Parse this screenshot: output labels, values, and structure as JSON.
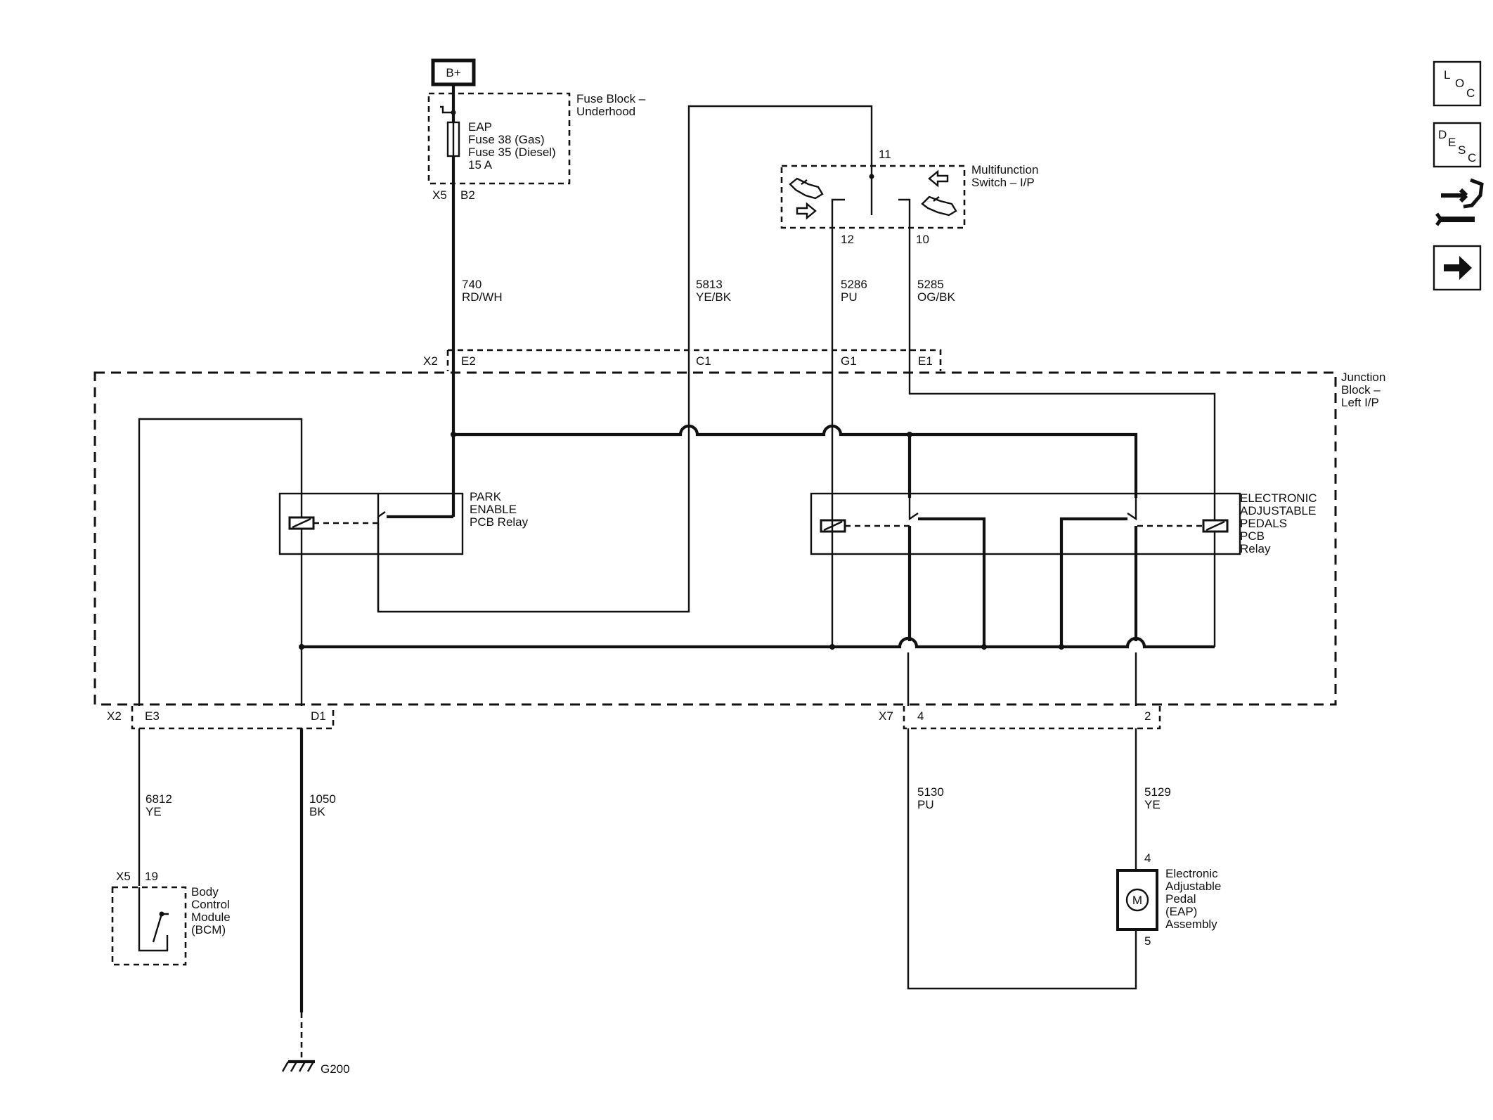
{
  "power_source": {
    "label": "B+"
  },
  "fuse_block": {
    "title_line1": "Fuse Block –",
    "title_line2": "Underhood",
    "connector": "X5",
    "pin": "B2"
  },
  "fuse": {
    "line1": "EAP",
    "line2": "Fuse 38 (Gas)",
    "line3": "Fuse 35 (Diesel)",
    "line4": "15 A"
  },
  "multifunction_switch": {
    "title_line1": "Multifunction",
    "title_line2": "Switch – I/P",
    "pin_top": "11",
    "pin_left": "12",
    "pin_right": "10"
  },
  "wires": {
    "w740": {
      "circuit": "740",
      "color": "RD/WH"
    },
    "w5813": {
      "circuit": "5813",
      "color": "YE/BK"
    },
    "w5286": {
      "circuit": "5286",
      "color": "PU"
    },
    "w5285": {
      "circuit": "5285",
      "color": "OG/BK"
    },
    "w6812": {
      "circuit": "6812",
      "color": "YE"
    },
    "w1050": {
      "circuit": "1050",
      "color": "BK"
    },
    "w5130": {
      "circuit": "5130",
      "color": "PU"
    },
    "w5129": {
      "circuit": "5129",
      "color": "YE"
    }
  },
  "junction_block": {
    "title_line1": "Junction",
    "title_line2": "Block –",
    "title_line3": "Left I/P",
    "top_connector": "X2",
    "top_pins": {
      "e2": "E2",
      "c1": "C1",
      "g1": "G1",
      "e1": "E1"
    },
    "bottom_left_connector": "X2",
    "bottom_left_pins": {
      "e3": "E3",
      "d1": "D1"
    },
    "bottom_right_connector": "X7",
    "bottom_right_pins": {
      "p4": "4",
      "p2": "2"
    }
  },
  "park_relay": {
    "line1": "PARK",
    "line2": "ENABLE",
    "line3": "PCB Relay"
  },
  "eap_relay": {
    "line1": "ELECTRONIC",
    "line2": "ADJUSTABLE",
    "line3": "PEDALS",
    "line4": "PCB",
    "line5": "Relay"
  },
  "bcm": {
    "line1": "Body",
    "line2": "Control",
    "line3": "Module",
    "line4": "(BCM)",
    "connector": "X5",
    "pin": "19"
  },
  "eap_assembly": {
    "line1": "Electronic",
    "line2": "Adjustable",
    "line3": "Pedal",
    "line4": "(EAP)",
    "line5": "Assembly",
    "pin_top": "4",
    "pin_bottom": "5",
    "motor_symbol": "M"
  },
  "ground": {
    "label": "G200"
  },
  "nav": {
    "loc": {
      "l1": "L",
      "l2": "O",
      "l3": "C"
    },
    "desc": {
      "l1": "D",
      "l2": "E",
      "l3": "S",
      "l4": "C"
    },
    "connector_icon": "connector-wrench-icon",
    "next_icon": "arrow-right-icon"
  }
}
